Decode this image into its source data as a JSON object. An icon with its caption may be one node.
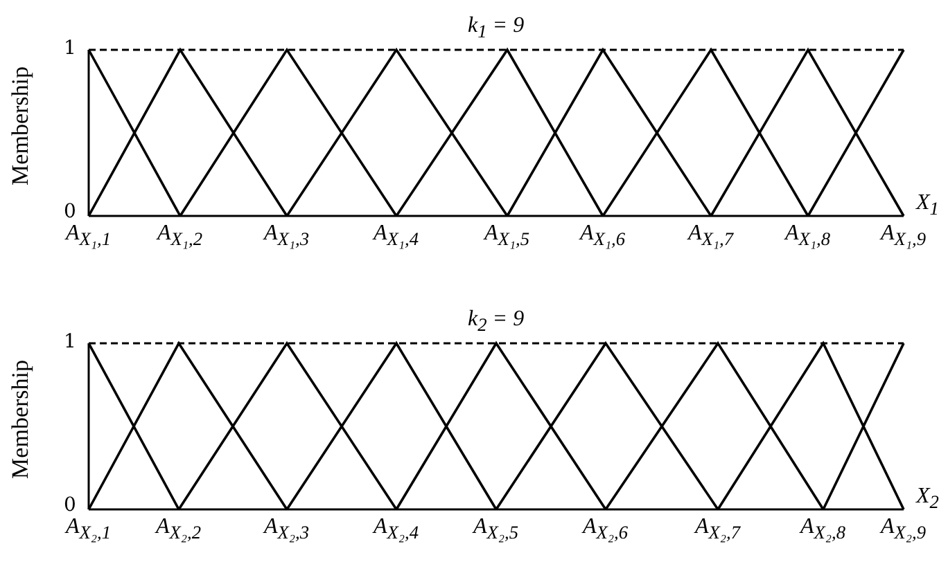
{
  "diagram": {
    "labels": [
      "k$_{1}$ = 9",
      "Membership",
      "1",
      "0",
      "X$_{1}$",
      "A$_{X₁,1}$",
      "A$_{X₁,2}$",
      "A$_{X₁,3}$",
      "A$_{X₁,4}$",
      "A$_{X₁,5}$",
      "A$_{X₁,6}$",
      "A$_{X₁,7}$",
      "A$_{X₁,8}$",
      "A$_{X₁,9}$",
      "k$_{2}$ = 9",
      "Membership",
      "1",
      "0",
      "X$_{2}$",
      "A$_{X₂,1}$",
      "A$_{X₂,2}$",
      "A$_{X₂,3}$",
      "A$_{X₂,4}$",
      "A$_{X₂,5}$",
      "A$_{X₂,6}$",
      "A$_{X₂,7}$",
      "A$_{X₂,8}$",
      "A$_{X₂,9}$"
    ]
  }
}
